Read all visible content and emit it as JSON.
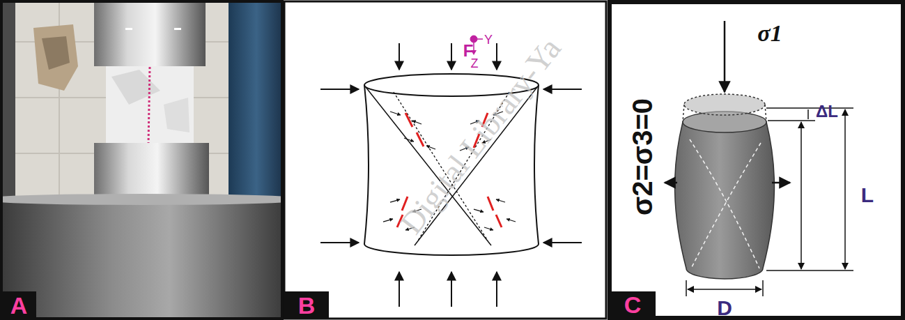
{
  "diagram": {
    "labels": [
      "A",
      "B",
      "C",
      "F",
      "Y",
      "Z",
      "σ1",
      "σ2=σ3=0",
      "ΔL",
      "L",
      "D",
      "Digital Library-Ya"
    ]
  }
}
